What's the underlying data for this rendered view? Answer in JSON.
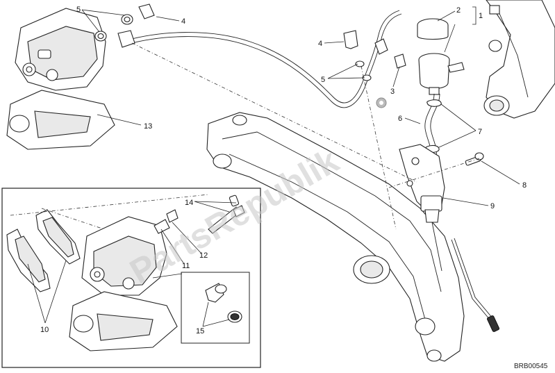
{
  "diagram": {
    "code": "BRB00545",
    "watermark": "PartsRepublik",
    "labels": [
      {
        "id": "1",
        "text": "1"
      },
      {
        "id": "2",
        "text": "2"
      },
      {
        "id": "3",
        "text": "3"
      },
      {
        "id": "4a",
        "text": "4"
      },
      {
        "id": "4b",
        "text": "4"
      },
      {
        "id": "5a",
        "text": "5"
      },
      {
        "id": "5b",
        "text": "5"
      },
      {
        "id": "6",
        "text": "6"
      },
      {
        "id": "7",
        "text": "7"
      },
      {
        "id": "8",
        "text": "8"
      },
      {
        "id": "9",
        "text": "9"
      },
      {
        "id": "10",
        "text": "10"
      },
      {
        "id": "11",
        "text": "11"
      },
      {
        "id": "12",
        "text": "12"
      },
      {
        "id": "13",
        "text": "13"
      },
      {
        "id": "14",
        "text": "14"
      },
      {
        "id": "15",
        "text": "15"
      }
    ]
  }
}
